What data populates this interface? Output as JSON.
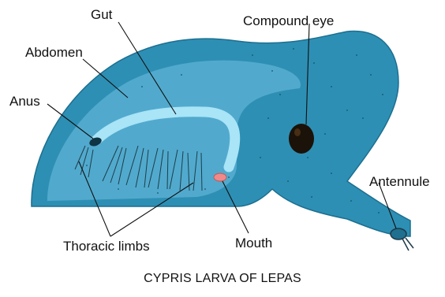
{
  "labels": {
    "gut": "Gut",
    "abdomen": "Abdomen",
    "anus": "Anus",
    "compound_eye": "Compound eye",
    "antennule": "Antennule",
    "thoracic_limbs": "Thoracic limbs",
    "mouth": "Mouth"
  },
  "caption": "CYPRIS LARVA OF LEPAS",
  "colors": {
    "body": "#2e8fb4",
    "body_outline": "#1c6f90",
    "inner_lobe": "#5db3d6",
    "gut": "#a9e4f7",
    "eye": "#1b1209",
    "mouth": "#f08a8a",
    "limb_lines": "#1f3d4a"
  }
}
